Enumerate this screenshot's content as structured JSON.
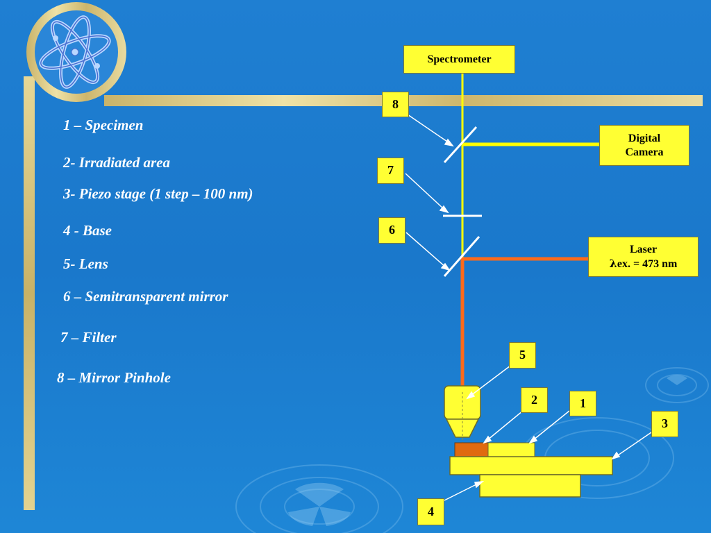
{
  "legend": [
    "1 – Specimen",
    "2- Irradiated area",
    "3- Piezo stage (1 step – 100 nm)",
    "4 - Base",
    "5- Lens",
    "6 – Semitransparent mirror",
    "7 – Filter",
    "8 – Mirror Pinhole"
  ],
  "boxes": {
    "spectrometer": "Spectrometer",
    "camera_line1": "Digital",
    "camera_line2": "Camera",
    "laser_line1": "Laser",
    "laser_lambda": "λ",
    "laser_line2": "ex. = 473 nm"
  },
  "numbers": {
    "n1": "1",
    "n2": "2",
    "n3": "3",
    "n4": "4",
    "n5": "5",
    "n6": "6",
    "n7": "7",
    "n8": "8"
  },
  "colors": {
    "background": "#1f7fd2",
    "gold": "#d6c27a",
    "box_fill": "#ffff33",
    "beam_yellow": "#ffff00",
    "beam_laser": "#ff6a1a",
    "specimen": "#e06a10"
  },
  "icons": [
    "atom-logo-icon",
    "radiation-watermark-icon"
  ]
}
